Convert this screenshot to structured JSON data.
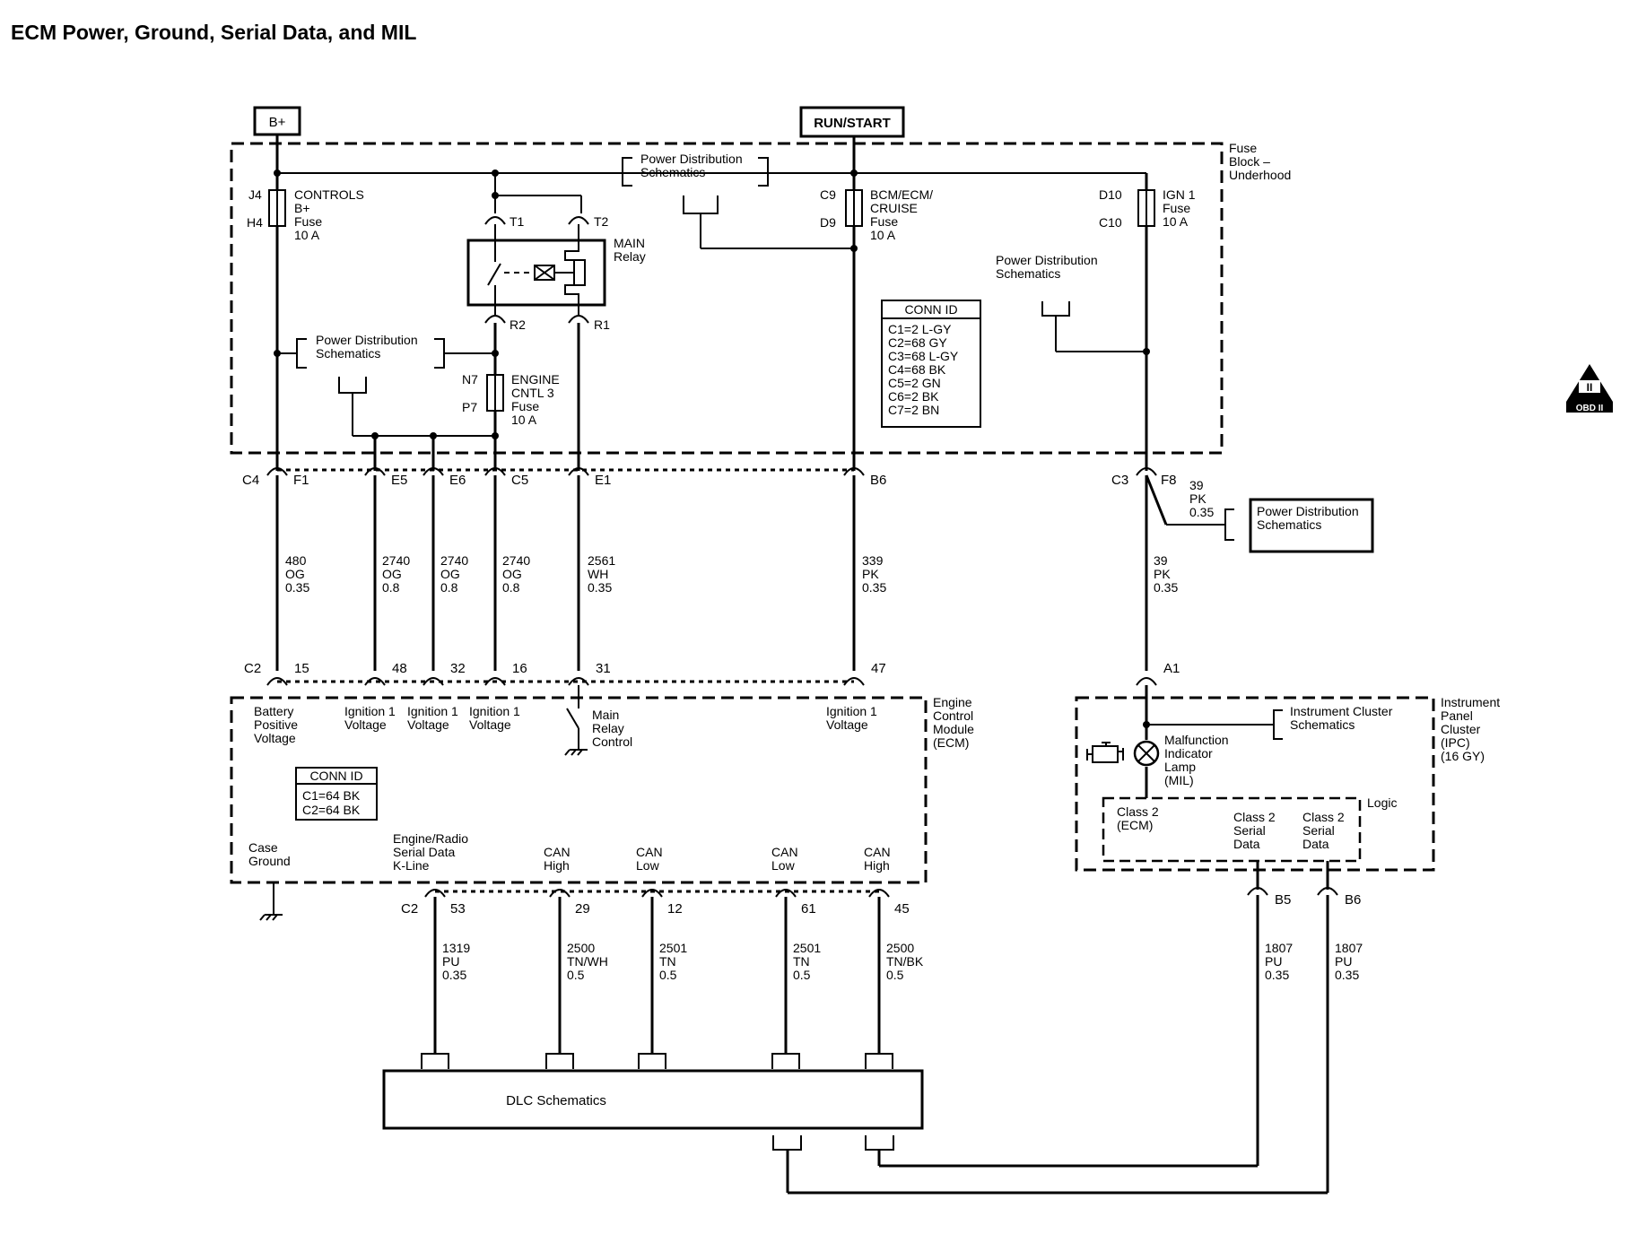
{
  "title": "ECM Power, Ground, Serial Data, and MIL",
  "power_sources": {
    "battery": "B+",
    "run_start": "RUN/START"
  },
  "fuse_block": {
    "label": [
      "Fuse",
      "Block –",
      "Underhood"
    ]
  },
  "fuses": [
    {
      "id": "controls",
      "pin_top": "J4",
      "pin_bottom": "H4",
      "lines": [
        "CONTROLS",
        "B+",
        "Fuse",
        "10 A"
      ]
    },
    {
      "id": "bcm",
      "pin_top": "C9",
      "pin_bottom": "D9",
      "lines": [
        "BCM/ECM/",
        "CRUISE",
        "Fuse",
        "10 A"
      ]
    },
    {
      "id": "ign1",
      "pin_top": "D10",
      "pin_bottom": "C10",
      "lines": [
        "IGN 1",
        "Fuse",
        "10 A"
      ]
    },
    {
      "id": "engine-cntl",
      "pin_top": "N7",
      "pin_bottom": "P7",
      "lines": [
        "ENGINE",
        "CNTL 3",
        "Fuse",
        "10 A"
      ]
    }
  ],
  "relay": {
    "lines": [
      "MAIN",
      "Relay"
    ],
    "pins": {
      "t1": "T1",
      "t2": "T2",
      "r2": "R2",
      "r1": "R1"
    }
  },
  "power_dist": [
    "Power Distribution",
    "Schematics"
  ],
  "instrument_cluster_ref": [
    "Instrument Cluster",
    "Schematics"
  ],
  "conn_id_fuse": {
    "title": "CONN ID",
    "rows": [
      "C1=2 L-GY",
      "C2=68 GY",
      "C3=68 L-GY",
      "C4=68 BK",
      "C5=2 GN",
      "C6=2 BK",
      "C7=2 BN"
    ]
  },
  "conn_id_ecm": {
    "title": "CONN ID",
    "rows": [
      "C1=64 BK",
      "C2=64 BK"
    ]
  },
  "upper_connector": {
    "c4": "C4",
    "c3": "C3",
    "pins": [
      "F1",
      "E5",
      "E6",
      "C5",
      "E1",
      "B6",
      "F8"
    ]
  },
  "wires_upper": [
    {
      "circuit": "480",
      "color": "OG",
      "gauge": "0.35"
    },
    {
      "circuit": "2740",
      "color": "OG",
      "gauge": "0.8"
    },
    {
      "circuit": "2740",
      "color": "OG",
      "gauge": "0.8"
    },
    {
      "circuit": "2740",
      "color": "OG",
      "gauge": "0.8"
    },
    {
      "circuit": "2561",
      "color": "WH",
      "gauge": "0.35"
    },
    {
      "circuit": "339",
      "color": "PK",
      "gauge": "0.35"
    },
    {
      "circuit": "39",
      "color": "PK",
      "gauge": "0.35"
    }
  ],
  "wire_f8": {
    "circuit": "39",
    "color": "PK",
    "gauge": "0.35"
  },
  "ecm_connector": {
    "c2": "C2",
    "pins": [
      "15",
      "48",
      "32",
      "16",
      "31",
      "47"
    ]
  },
  "ipc_pin_a1": "A1",
  "ecm": {
    "label": [
      "Engine",
      "Control",
      "Module",
      "(ECM)"
    ],
    "battery_positive": [
      "Battery",
      "Positive",
      "Voltage"
    ],
    "ignition": [
      "Ignition 1",
      "Voltage"
    ],
    "main_relay_control": [
      "Main",
      "Relay",
      "Control"
    ],
    "case_ground": [
      "Case",
      "Ground"
    ],
    "kline": [
      "Engine/Radio",
      "Serial Data",
      "K-Line"
    ],
    "can_high": [
      "CAN",
      "High"
    ],
    "can_low": [
      "CAN",
      "Low"
    ]
  },
  "ecm_lower_connector": {
    "c2": "C2",
    "pins": [
      "53",
      "29",
      "12",
      "61",
      "45"
    ]
  },
  "wires_lower": [
    {
      "circuit": "1319",
      "color": "PU",
      "gauge": "0.35"
    },
    {
      "circuit": "2500",
      "color": "TN/WH",
      "gauge": "0.5"
    },
    {
      "circuit": "2501",
      "color": "TN",
      "gauge": "0.5"
    },
    {
      "circuit": "2501",
      "color": "TN",
      "gauge": "0.5"
    },
    {
      "circuit": "2500",
      "color": "TN/BK",
      "gauge": "0.5"
    }
  ],
  "dlc": "DLC Schematics",
  "ipc": {
    "label": [
      "Instrument",
      "Panel",
      "Cluster",
      "(IPC)",
      "(16 GY)"
    ],
    "mil": [
      "Malfunction",
      "Indicator",
      "Lamp",
      "(MIL)"
    ],
    "logic": "Logic",
    "class2_ecm": [
      "Class 2",
      "(ECM)"
    ],
    "class2_serial": [
      "Class 2",
      "Serial",
      "Data"
    ],
    "pins": [
      "B5",
      "B6"
    ]
  },
  "wires_ipc": [
    {
      "circuit": "1807",
      "color": "PU",
      "gauge": "0.35"
    },
    {
      "circuit": "1807",
      "color": "PU",
      "gauge": "0.35"
    }
  ],
  "obd_badge": {
    "top": "II",
    "bottom": "OBD II"
  }
}
